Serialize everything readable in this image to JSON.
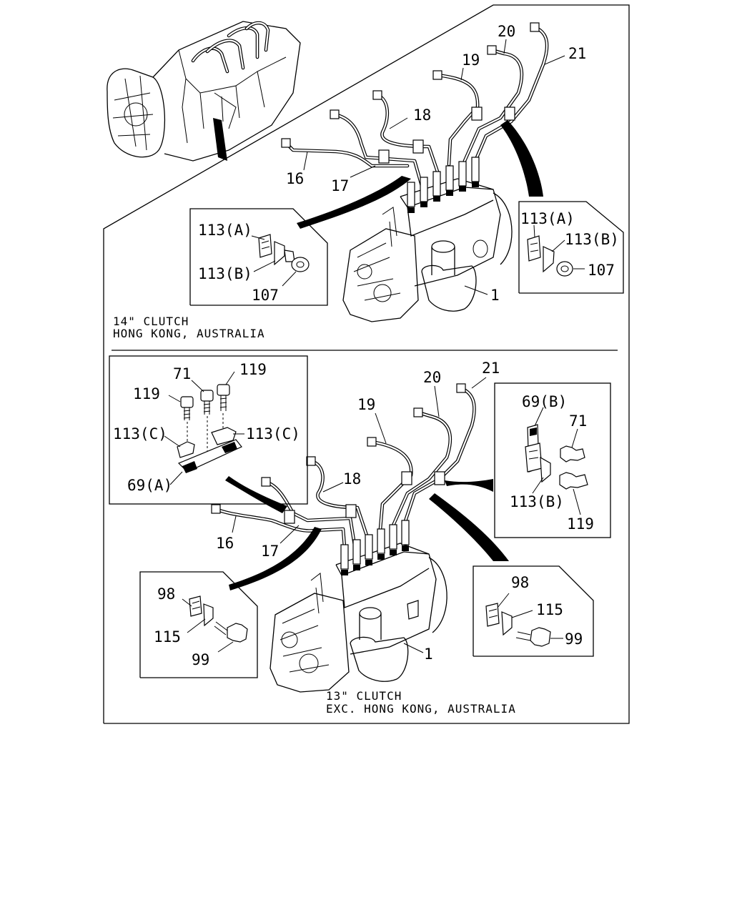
{
  "top_section": {
    "caption_line1": "14\" CLUTCH",
    "caption_line2": "HONG KONG, AUSTRALIA",
    "labels": {
      "p16": "16",
      "p17": "17",
      "p18": "18",
      "p19": "19",
      "p20": "20",
      "p21": "21",
      "p1": "1"
    },
    "left_detail": {
      "a": "113(A)",
      "b": "113(B)",
      "c": "107"
    },
    "right_detail": {
      "a": "113(A)",
      "b": "113(B)",
      "c": "107"
    }
  },
  "bottom_section": {
    "caption_line1": "13\" CLUTCH",
    "caption_line2": "EXC. HONG KONG, AUSTRALIA",
    "labels": {
      "p16": "16",
      "p17": "17",
      "p18": "18",
      "p19": "19",
      "p20": "20",
      "p21": "21",
      "p1": "1"
    },
    "upper_left_detail": {
      "a": "71",
      "b": "119",
      "c": "119",
      "d": "113(C)",
      "e": "113(C)",
      "f": "69(A)"
    },
    "right_upper_detail": {
      "a": "69(B)",
      "b": "71",
      "c": "113(B)",
      "d": "119"
    },
    "lower_left_detail": {
      "a": "98",
      "b": "115",
      "c": "99"
    },
    "lower_right_detail": {
      "a": "98",
      "b": "115",
      "c": "99"
    }
  }
}
